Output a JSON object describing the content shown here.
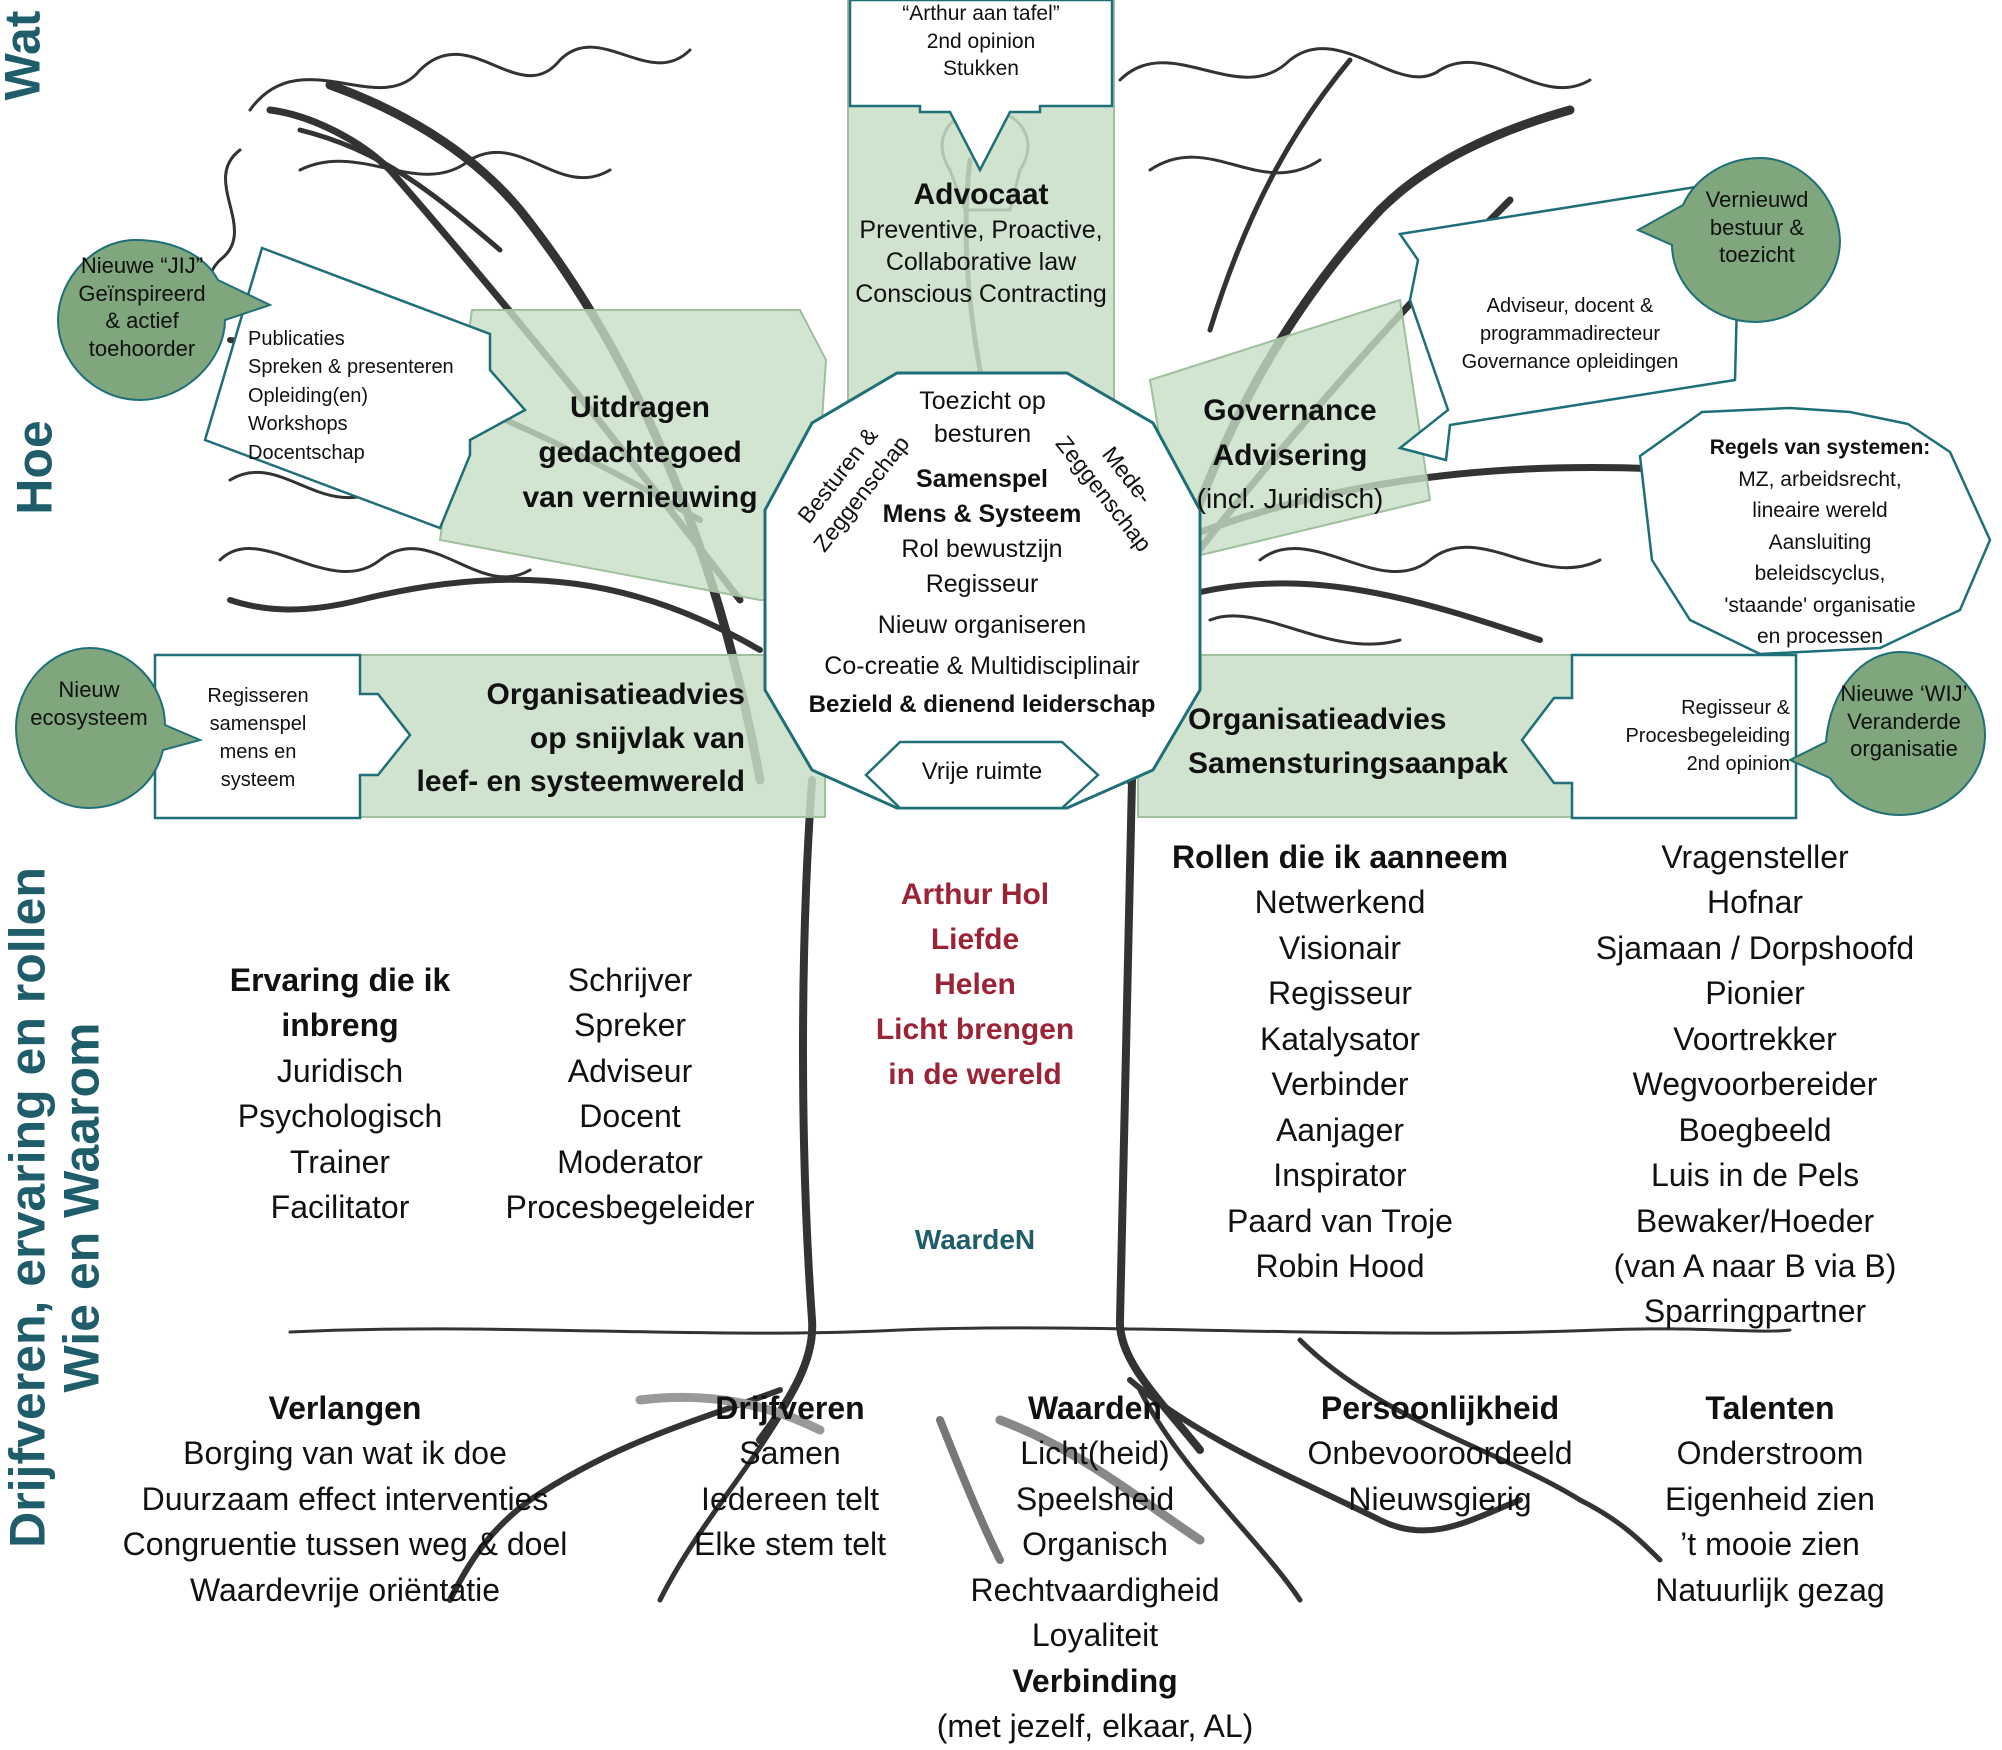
{
  "side_labels": {
    "wat": "Wat",
    "hoe": "Hoe",
    "drijfveren": "Drijfveren, ervaring en rollen",
    "wie_waarom": "Wie en Waarom"
  },
  "top_callout": {
    "l1": "“Arthur aan tafel”",
    "l2": "2nd opinion",
    "l3": "Stukken"
  },
  "advocaat": {
    "title": "Advocaat",
    "l1": "Preventive, Proactive,",
    "l2": "Collaborative law",
    "l3": "Conscious Contracting"
  },
  "uitdragen": {
    "l1": "Uitdragen",
    "l2": "gedachtegoed",
    "l3": "van vernieuwing"
  },
  "uitdragen_callout": {
    "l1": "Publicaties",
    "l2": "Spreken & presenteren",
    "l3": "Opleiding(en)",
    "l4": "Workshops",
    "l5": "Docentschap"
  },
  "teardrop_jij": {
    "l1": "Nieuwe “JIJ”",
    "l2": "Geïnspireerd",
    "l3": "& actief",
    "l4": "toehoorder"
  },
  "governance": {
    "l1": "Governance",
    "l2": "Advisering",
    "l3": "(incl. Juridisch)"
  },
  "governance_callout": {
    "l1": "Adviseur, docent &",
    "l2": "programmadirecteur",
    "l3": "Governance opleidingen"
  },
  "teardrop_bestuur": {
    "l1": "Vernieuwd",
    "l2": "bestuur &",
    "l3": "toezicht"
  },
  "regels": {
    "title": "Regels van systemen:",
    "l1": "MZ, arbeidsrecht,",
    "l2": "lineaire wereld",
    "l3": "Aansluiting",
    "l4": "beleidscyclus,",
    "l5": "'staande' organisatie",
    "l6": "en processen"
  },
  "org_left": {
    "l1": "Organisatieadvies",
    "l2": "op snijvlak van",
    "l3": "leef- en systeemwereld"
  },
  "org_left_callout": {
    "l1": "Regisseren",
    "l2": "samenspel",
    "l3": "mens en",
    "l4": "systeem"
  },
  "teardrop_ecosysteem": {
    "l1": "Nieuw",
    "l2": "ecosysteem"
  },
  "org_right": {
    "l1": "Organisatieadvies",
    "l2": "Samensturingsaanpak"
  },
  "org_right_callout": {
    "l1": "Regisseur &",
    "l2": "Procesbegeleiding",
    "l3": "2nd opinion"
  },
  "teardrop_wij": {
    "l1": "Nieuwe ‘WIJ’",
    "l2": "Veranderde",
    "l3": "organisatie"
  },
  "center": {
    "toezicht1": "Toezicht op",
    "toezicht2": "besturen",
    "besturen1": "Besturen &",
    "besturen2": "Zeggenschap",
    "mede1": "Mede-",
    "mede2": "Zeggenschap",
    "samenspel": "Samenspel",
    "mens": "Mens & Systeem",
    "rol": "Rol bewustzijn",
    "regisseur": "Regisseur",
    "nieuw": "Nieuw organiseren",
    "cocreatie": "Co-creatie & Multidisciplinair",
    "bezield": "Bezield & dienend leiderschap",
    "vrije": "Vrije ruimte"
  },
  "trunk": {
    "l1": "Arthur Hol",
    "l2": "Liefde",
    "l3": "Helen",
    "l4": "Licht brengen",
    "l5": "in de wereld",
    "waarden": "WaardeN"
  },
  "ervaring": {
    "title1": "Ervaring die ik",
    "title2": "inbreng",
    "items": [
      "Juridisch",
      "Psychologisch",
      "Trainer",
      "Facilitator"
    ]
  },
  "ervaring2": {
    "items": [
      "Schrijver",
      "Spreker",
      "Adviseur",
      "Docent",
      "Moderator",
      "Procesbegeleider"
    ]
  },
  "rollen": {
    "title": "Rollen die ik aanneem",
    "items": [
      "Netwerkend",
      "Visionair",
      "Regisseur",
      "Katalysator",
      "Verbinder",
      "Aanjager",
      "Inspirator",
      "Paard van Troje",
      "Robin Hood"
    ]
  },
  "rollen2": {
    "items": [
      "Vragensteller",
      "Hofnar",
      "Sjamaan / Dorpshoofd",
      "Pionier",
      "Voortrekker",
      "Wegvoorbereider",
      "Boegbeeld",
      "Luis in de Pels",
      "Bewaker/Hoeder",
      "(van A naar B via B)",
      "Sparringpartner"
    ]
  },
  "verlangen": {
    "title": "Verlangen",
    "items": [
      "Borging van wat ik doe",
      "Duurzaam effect interventies",
      "Congruentie tussen weg & doel",
      "Waardevrije oriëntatie"
    ]
  },
  "drijfveren": {
    "title": "Drijfveren",
    "items": [
      "Samen",
      "Iedereen telt",
      "Elke stem telt"
    ]
  },
  "waarden": {
    "title": "Waarden",
    "items": [
      "Licht(heid)",
      "Speelsheid",
      "Organisch",
      "Rechtvaardigheid",
      "Loyaliteit"
    ],
    "verbinding": "Verbinding",
    "verbinding_sub": "(met jezelf, elkaar, AL)"
  },
  "persoonlijkheid": {
    "title": "Persoonlijkheid",
    "items": [
      "Onbevooroordeeld",
      "Nieuwsgierig"
    ]
  },
  "talenten": {
    "title": "Talenten",
    "items": [
      "Onderstroom",
      "Eigenheid zien",
      "’t mooie zien",
      "Natuurlijk gezag"
    ]
  },
  "colors": {
    "side_label": "#1f5d6b",
    "panel_fill": "#c7dec5",
    "panel_border": "#9fbf9d",
    "teardrop_fill": "#7fa67c",
    "callout_border": "#1f6f78",
    "trunk_red": "#9b2335",
    "waarden_teal": "#1f5d6b"
  }
}
